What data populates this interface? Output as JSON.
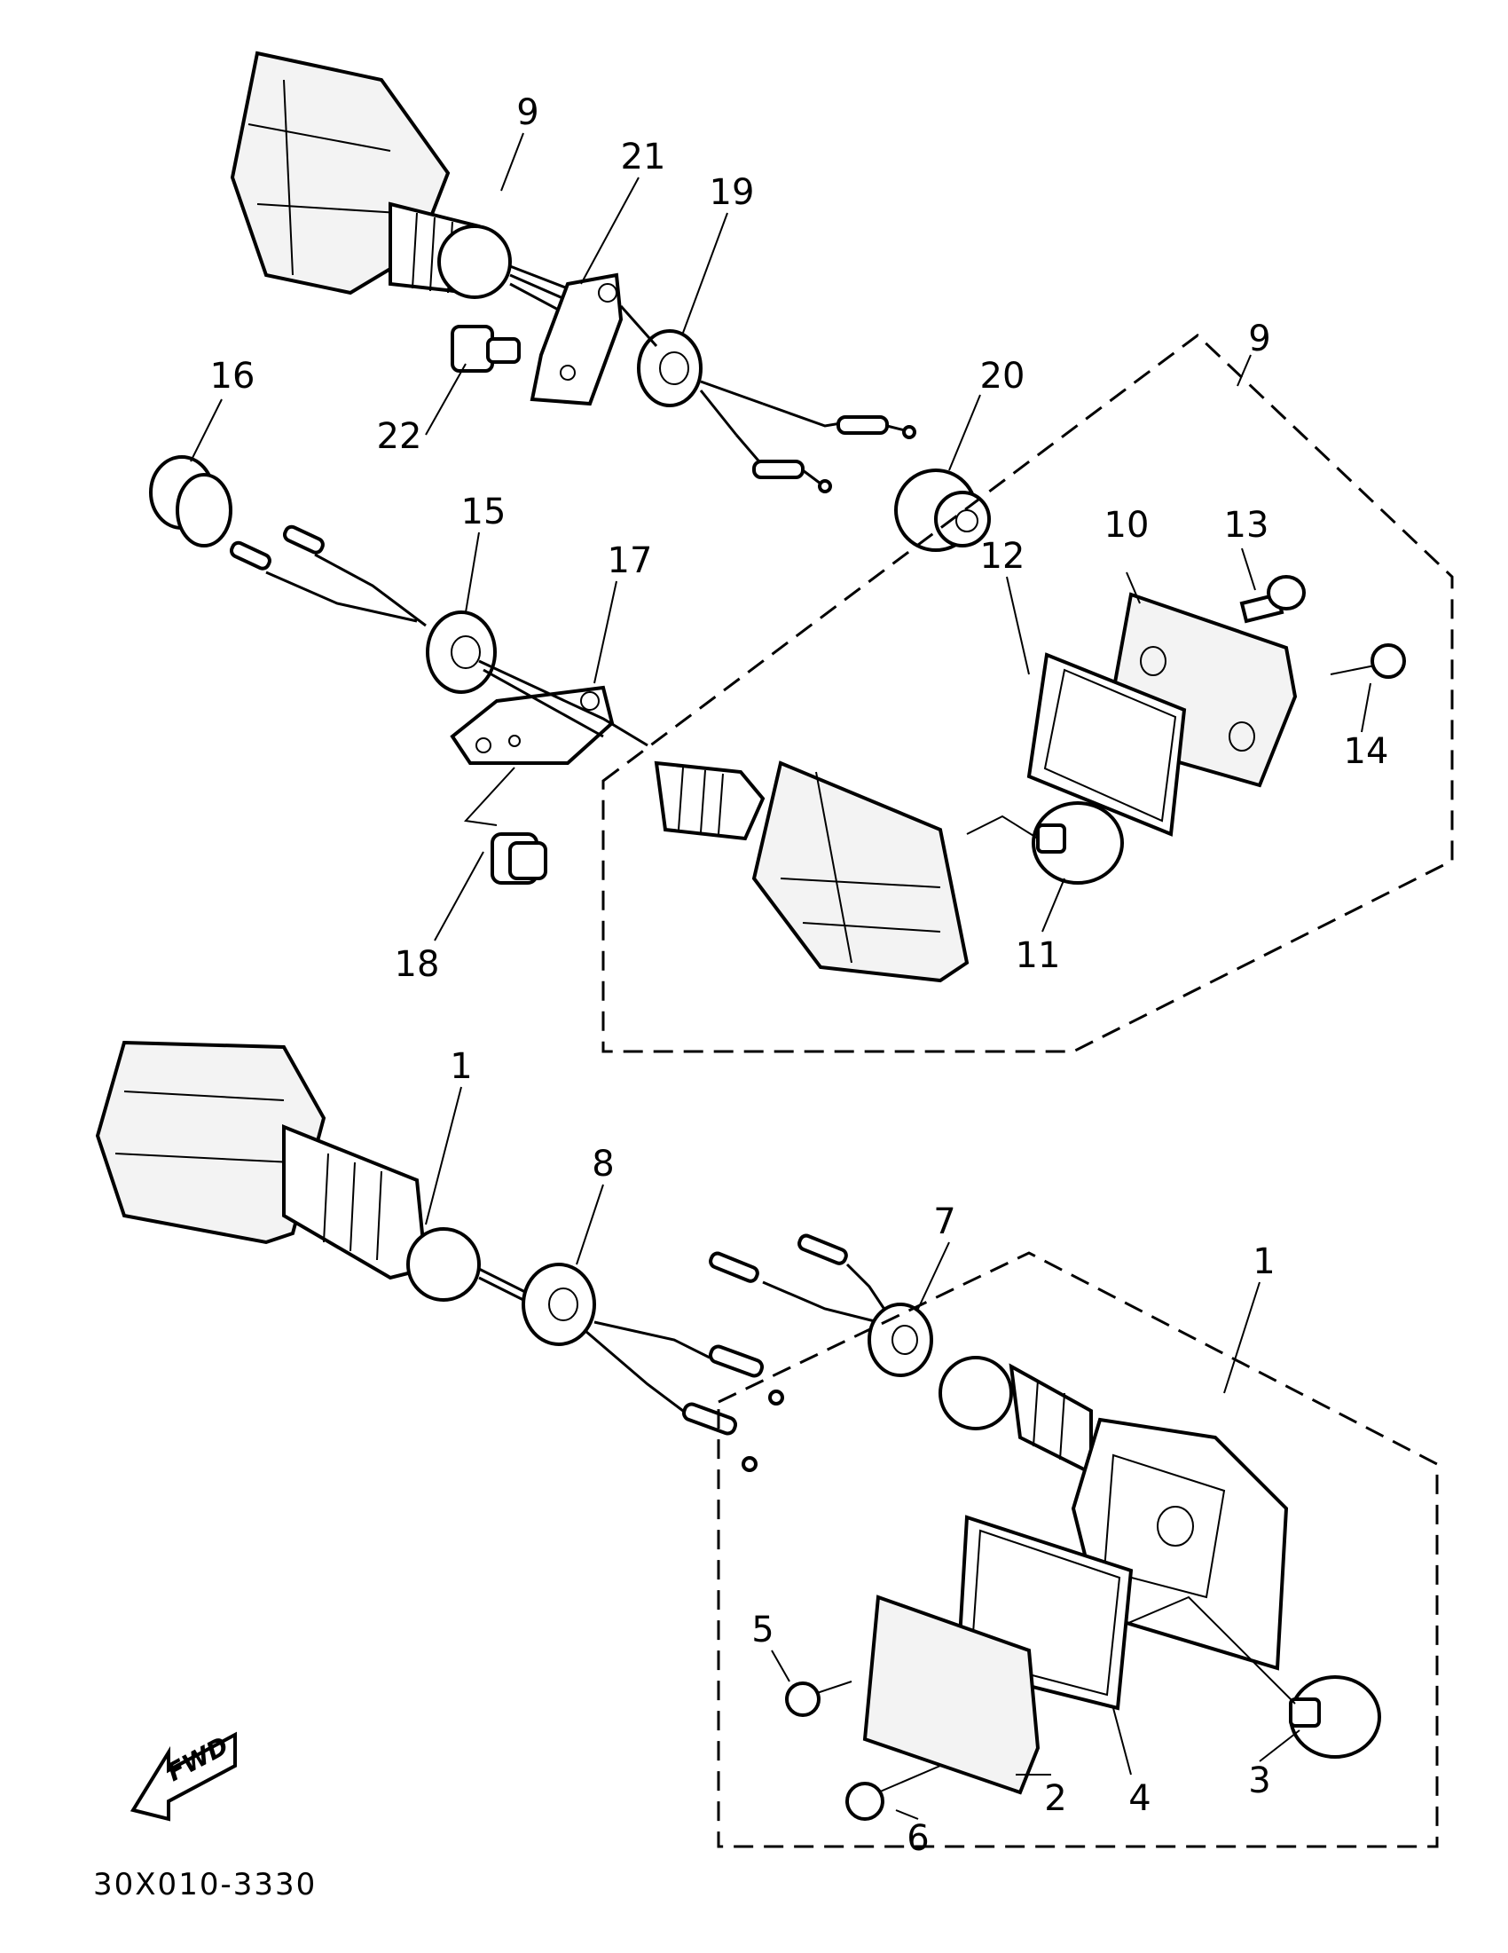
{
  "diagram": {
    "callouts": {
      "c1_upper": "1",
      "c1_lower": "1",
      "c2": "2",
      "c3": "3",
      "c4": "4",
      "c5": "5",
      "c6": "6",
      "c7": "7",
      "c8": "8",
      "c9_upper": "9",
      "c9_right": "9",
      "c10": "10",
      "c11": "11",
      "c12": "12",
      "c13": "13",
      "c14": "14",
      "c15": "15",
      "c16": "16",
      "c17": "17",
      "c18": "18",
      "c19": "19",
      "c20": "20",
      "c21": "21",
      "c22": "22"
    },
    "direction_label": "FWD",
    "part_number": "30X010-3330"
  }
}
